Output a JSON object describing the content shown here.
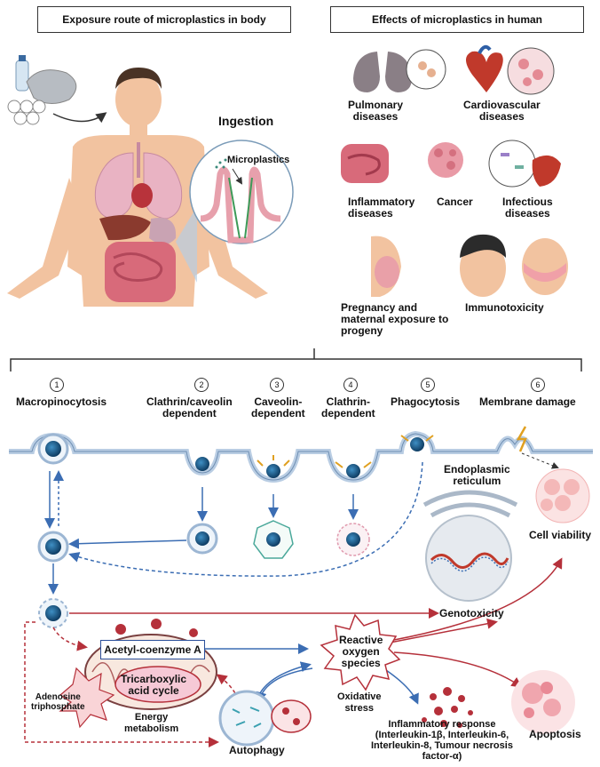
{
  "headers": {
    "exposure": "Exposure route of microplastics in body",
    "effects": "Effects of microplastics in human"
  },
  "ingestion": {
    "title": "Ingestion",
    "inset_label": "Microplastics"
  },
  "effects": {
    "pulmonary": "Pulmonary\ndiseases",
    "cardiovascular": "Cardiovascular\ndiseases",
    "inflammatory": "Inflammatory\ndiseases",
    "cancer": "Cancer",
    "infectious": "Infectious\ndiseases",
    "pregnancy": "Pregnancy and\nmaternal exposure to\nprogeny",
    "immunotoxicity": "Immunotoxicity"
  },
  "pathways": [
    {
      "num": "1",
      "label": "Macropinocytosis"
    },
    {
      "num": "2",
      "label": "Clathrin/caveolin\ndependent"
    },
    {
      "num": "3",
      "label": "Caveolin-\ndependent"
    },
    {
      "num": "4",
      "label": "Clathrin-\ndependent"
    },
    {
      "num": "5",
      "label": "Phagocytosis"
    },
    {
      "num": "6",
      "label": "Membrane damage"
    }
  ],
  "cell": {
    "er": "Endoplasmic\nreticulum",
    "viability": "Cell viability",
    "genotoxicity": "Genotoxicity",
    "acetyl": "Acetyl-coenzyme A",
    "tca": "Tricarboxylic\nacid cycle",
    "atp": "Adenosine\ntriphosphate",
    "energy": "Energy\nmetabolism",
    "ros": "Reactive\noxygen\nspecies",
    "oxidative": "Oxidative\nstress",
    "inflammatory": "Inflammatory response\n(Interleukin-1β, Interleukin-6,\nInterleukin-8, Tumour necrosis\nfactor-α)",
    "apoptosis": "Apoptosis",
    "autophagy": "Autophagy"
  },
  "colors": {
    "particle": "#1e5f8c",
    "blue_arrow": "#3b6db3",
    "red_arrow": "#b5303a",
    "membrane": "#b9cde3",
    "skin": "#f2c3a0",
    "intestine": "#d86a7a"
  }
}
